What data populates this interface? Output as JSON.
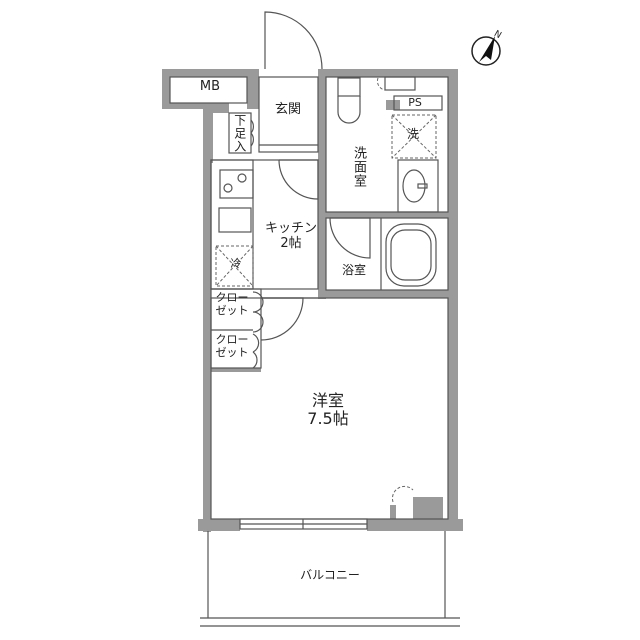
{
  "colors": {
    "wall": "#9a9a9a",
    "line": "#555555",
    "text": "#222222",
    "background": "#ffffff"
  },
  "compass": {
    "label": "N",
    "icon": "north-arrow-icon"
  },
  "rooms": {
    "mb": "MB",
    "entrance": "玄関",
    "shoe_box": "下足入",
    "washroom": "洗面室",
    "ps": "PS",
    "washer": "洗",
    "kitchen": {
      "name": "キッチン",
      "size": "2帖"
    },
    "fridge": "冷",
    "bathroom": "浴室",
    "closet1": {
      "line1": "クロー",
      "line2": "ゼット"
    },
    "closet2": {
      "line1": "クロー",
      "line2": "ゼット"
    },
    "western_room": {
      "name": "洋室",
      "size": "7.5帖"
    },
    "balcony": "バルコニー"
  }
}
